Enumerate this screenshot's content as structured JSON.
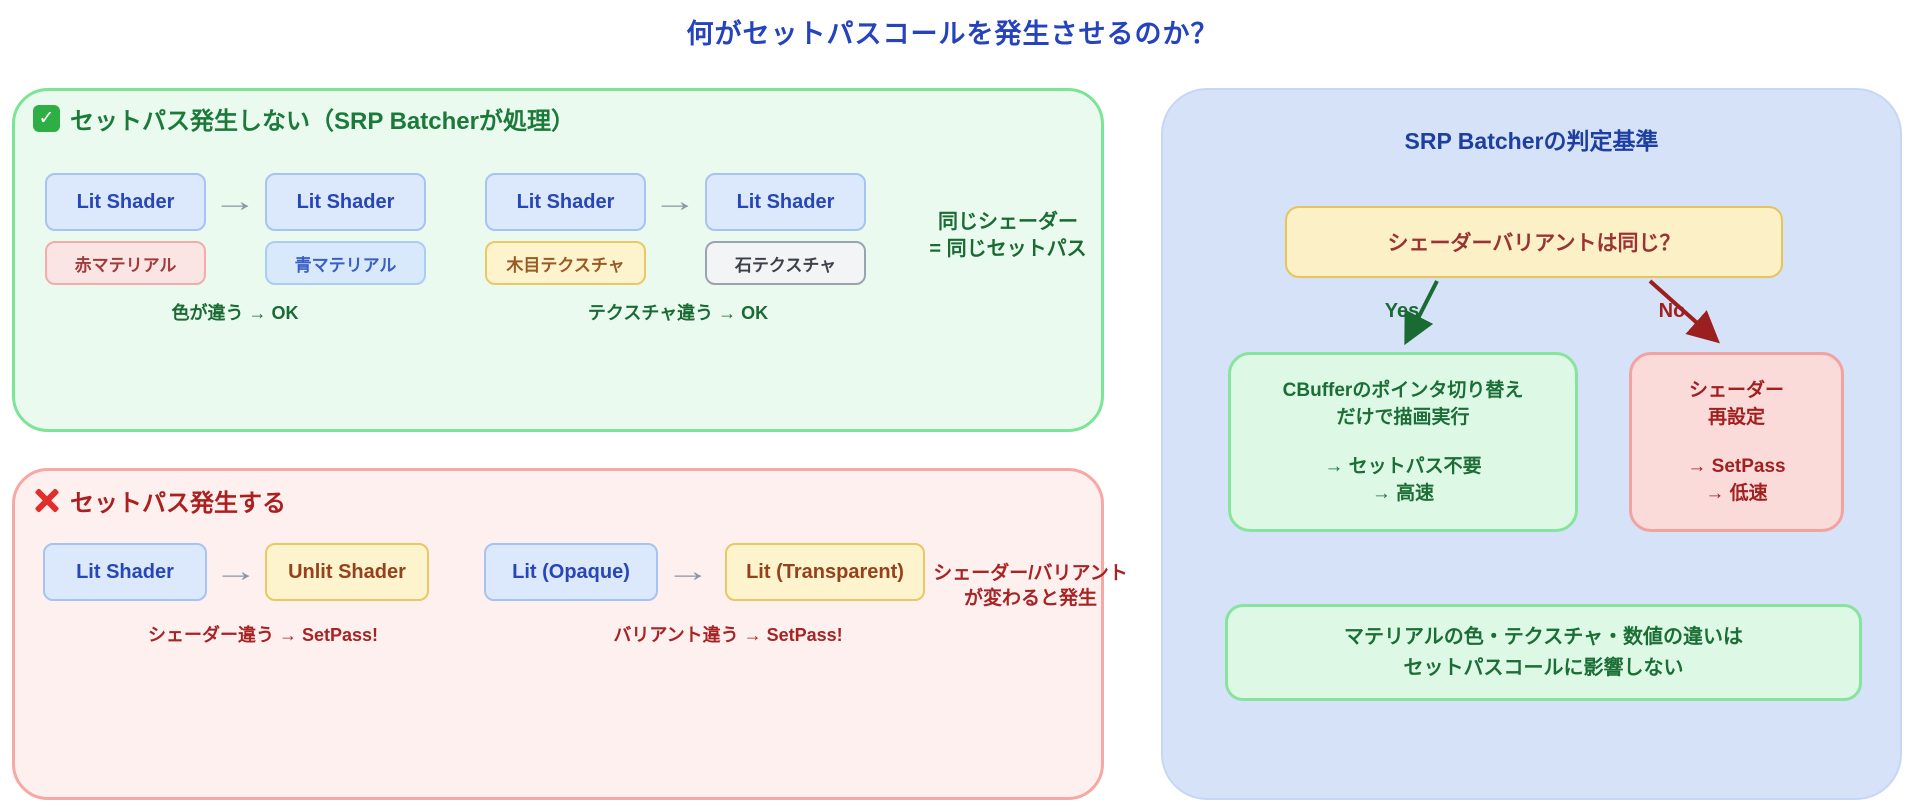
{
  "page": {
    "title": "何がセットパスコールを発生させるのか？"
  },
  "no_setpass": {
    "check_glyph": "✓",
    "header": "セットパス発生しない（SRP Batcherが処理）",
    "groups": [
      {
        "left_shader": "Lit Shader",
        "arrow": "→",
        "right_shader": "Lit Shader",
        "left_tag": "赤マテリアル",
        "right_tag": "青マテリアル",
        "caption": "色が違う → OK"
      },
      {
        "left_shader": "Lit Shader",
        "arrow": "→",
        "right_shader": "Lit Shader",
        "left_tag": "木目テクスチャ",
        "right_tag": "石テクスチャ",
        "caption": "テクスチャ違う → OK"
      }
    ],
    "note_line1": "同じシェーダー",
    "note_line2": "= 同じセットパス"
  },
  "setpass": {
    "header": "セットパス発生する",
    "groups": [
      {
        "left_shader": "Lit Shader",
        "arrow": "→",
        "right_shader": "Unlit Shader",
        "caption": "シェーダー違う → SetPass!"
      },
      {
        "left_shader": "Lit (Opaque)",
        "arrow": "→",
        "right_shader": "Lit (Transparent)",
        "caption": "バリアント違う → SetPass!"
      }
    ],
    "note_line1": "シェーダー/バリアント",
    "note_line2": "が変わると発生"
  },
  "criteria": {
    "title": "SRP Batcherの判定基準",
    "question": "シェーダーバリアントは同じ？",
    "yes_label": "Yes",
    "no_label": "No",
    "yes_box": {
      "line1": "CBufferのポインタ切り替え",
      "line2": "だけで描画実行",
      "line3": "→ セットパス不要",
      "line4": "→ 高速"
    },
    "no_box": {
      "line1": "シェーダー",
      "line2": "再設定",
      "line3": "→ SetPass",
      "line4": "→ 低速"
    },
    "bottom_line1": "マテリアルの色・テクスチャ・数値の違いは",
    "bottom_line2": "セットパスコールに影響しない"
  },
  "colors": {
    "title_blue": "#2543bd",
    "green_dark": "#1b7a3a",
    "red_dark": "#a82424",
    "shader_blue": "#2746b8",
    "green_section_bg": "#eafaef",
    "red_section_bg": "#fdf0ef",
    "panel_bg": "#d5e2f8",
    "yellow_box_bg": "#fdf3cc",
    "yes_green": "#1a6b33",
    "no_red": "#a02020"
  }
}
